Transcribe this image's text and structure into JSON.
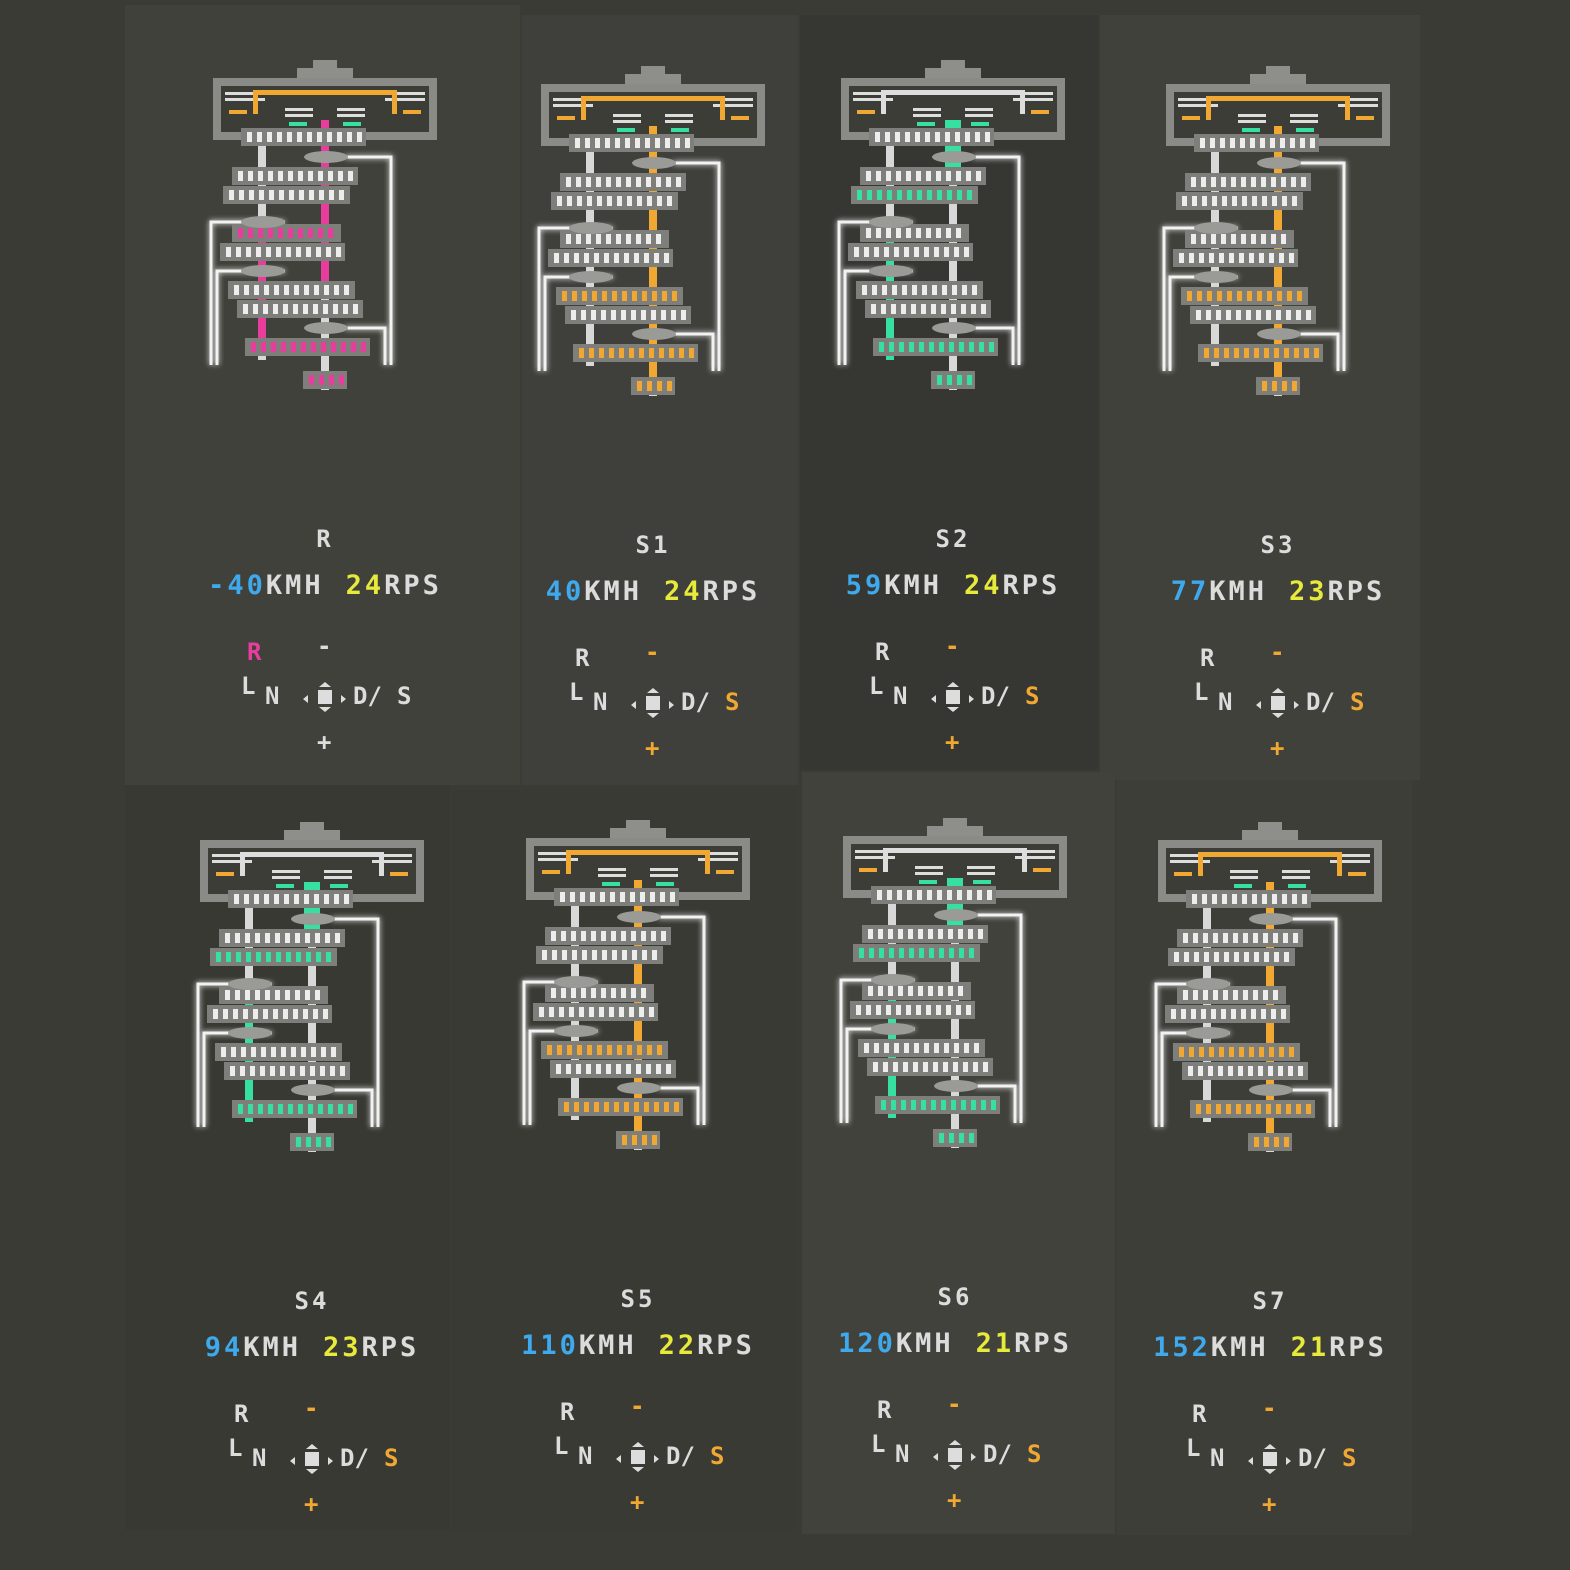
{
  "colors": {
    "pink": "#e93d9e",
    "orange": "#f0a832",
    "green": "#35e0a0",
    "speed": "#3ea9ec",
    "rps": "#e7ea3a",
    "shaft": "#d8d8d8",
    "gear": "#8a8a86"
  },
  "shifter": {
    "r": "R",
    "minus": "-",
    "plus": "+",
    "n": "N",
    "d": "D/",
    "s": "S",
    "l": "L"
  },
  "units": {
    "speed": "KMH",
    "rps": "RPS"
  },
  "panels": [
    {
      "gear": "R",
      "speed": "-40",
      "rps": "24",
      "hl": "#e93d9e",
      "mode": "reverse"
    },
    {
      "gear": "S1",
      "speed": "40",
      "rps": "24",
      "hl": "#f0a832",
      "mode": "right"
    },
    {
      "gear": "S2",
      "speed": "59",
      "rps": "24",
      "hl": "#35e0a0",
      "mode": "left"
    },
    {
      "gear": "S3",
      "speed": "77",
      "rps": "23",
      "hl": "#f0a832",
      "mode": "right"
    },
    {
      "gear": "S4",
      "speed": "94",
      "rps": "23",
      "hl": "#35e0a0",
      "mode": "left"
    },
    {
      "gear": "S5",
      "speed": "110",
      "rps": "22",
      "hl": "#f0a832",
      "mode": "right"
    },
    {
      "gear": "S6",
      "speed": "120",
      "rps": "21",
      "hl": "#35e0a0",
      "mode": "left"
    },
    {
      "gear": "S7",
      "speed": "152",
      "rps": "21",
      "hl": "#f0a832",
      "mode": "right"
    }
  ]
}
